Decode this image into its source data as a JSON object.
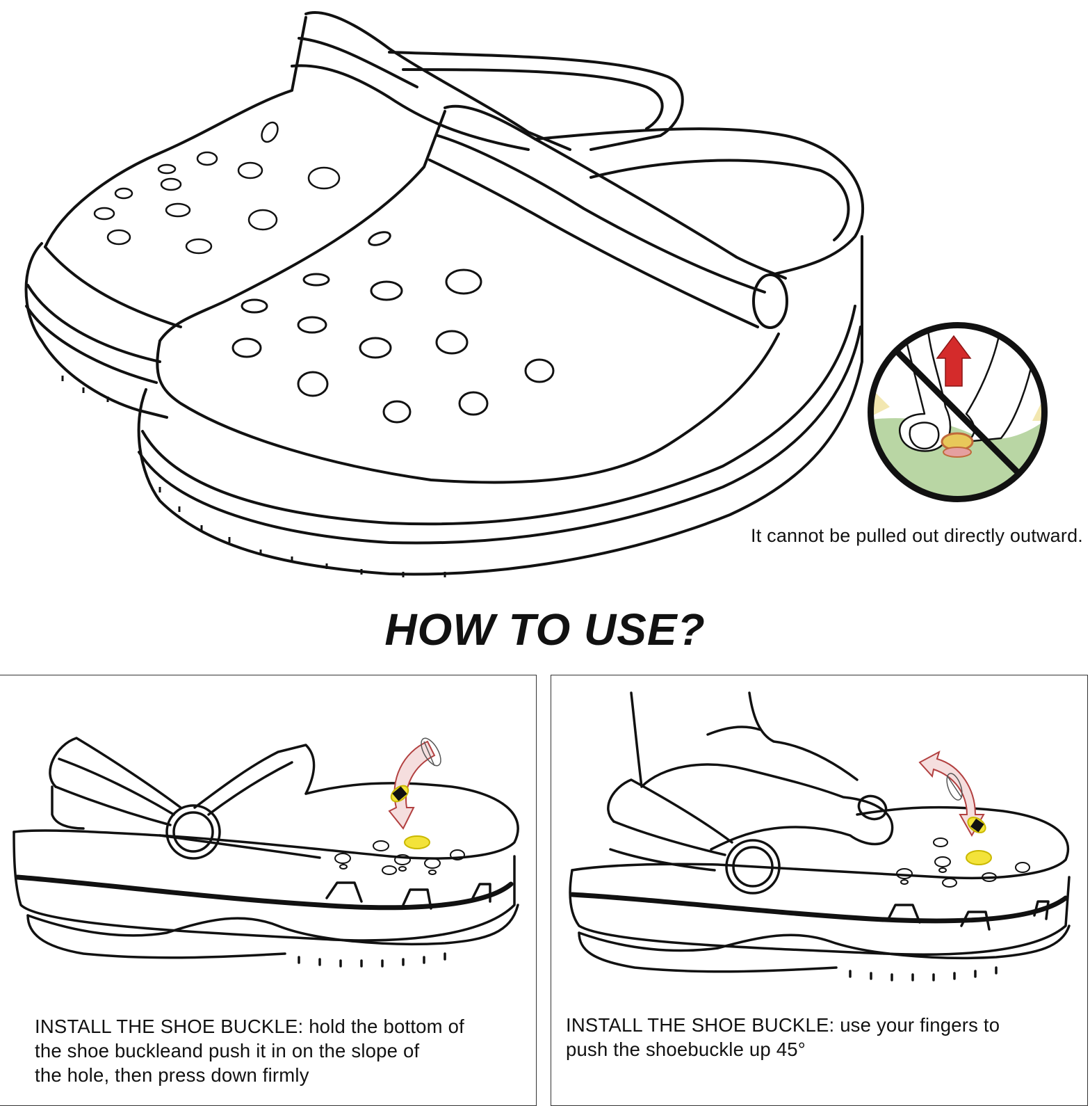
{
  "warning": {
    "caption": "It cannot be pulled out directly outward."
  },
  "heading": {
    "title": "HOW TO USE?"
  },
  "steps": [
    {
      "lines": [
        "INSTALL THE SHOE BUCKLE: hold the bottom of",
        "the shoe buckleand push it in on the slope of",
        "the hole, then press down firmly"
      ]
    },
    {
      "lines": [
        "INSTALL THE SHOE BUCKLE: use your fingers to",
        "push the shoebuckle up 45°"
      ]
    }
  ],
  "colors": {
    "line": "#111111",
    "charm_yellow": "#f3e33a",
    "arrow_red": "#d42b2b",
    "warning_green": "#b9d6a4",
    "warning_skin": "#f2e7b0"
  }
}
